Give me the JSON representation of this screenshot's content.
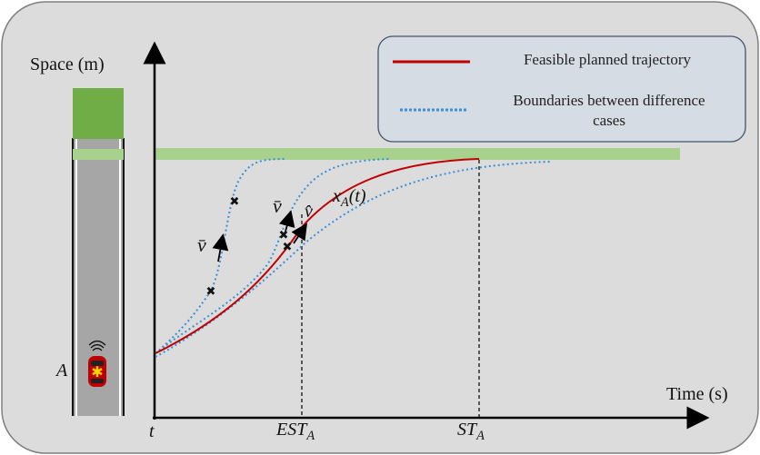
{
  "axes": {
    "y_label": "Space (m)",
    "x_label": "Time (s)"
  },
  "vehicle": {
    "label": "A"
  },
  "ticks": {
    "t": "t",
    "est": {
      "main": "EST",
      "sub": "A"
    },
    "st": {
      "main": "ST",
      "sub": "A"
    }
  },
  "annotations": {
    "vbar_left": "v̄",
    "vbar_mid": "v̄",
    "vhat": "v̂",
    "trajectory": {
      "main": "x",
      "sub": "A",
      "tail": "(t)"
    }
  },
  "legend": {
    "items": [
      {
        "label": "Feasible planned trajectory",
        "style": "solid",
        "color": "#c00000"
      },
      {
        "label": "Boundaries between difference cases",
        "style": "dotted",
        "color": "#3a8fd8"
      }
    ]
  },
  "colors": {
    "panel_bg": "#dcdcdc",
    "road": "#a6a6a6",
    "stop_zone": "#70ad47",
    "stop_band": "#a9d18e",
    "trajectory": "#c00000",
    "boundary": "#3a8fd8",
    "legend_bg": "#d6dce4"
  }
}
